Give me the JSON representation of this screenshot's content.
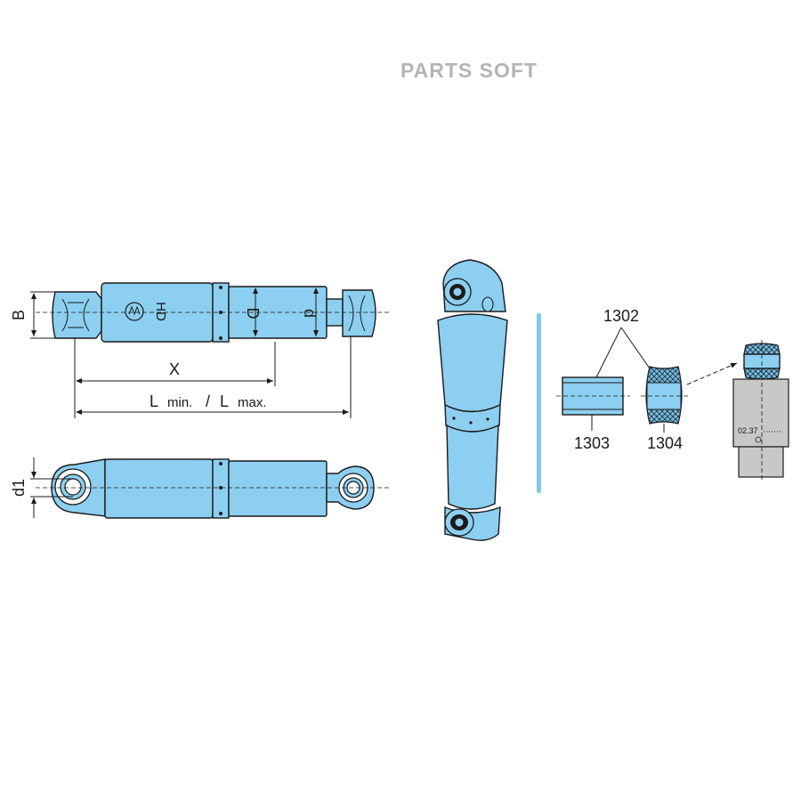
{
  "watermark": "PARTS SOFT",
  "dimensions": {
    "B": "B",
    "D": "D",
    "d": "d",
    "X": "X",
    "L_min": "L",
    "L_min_suffix": "min.",
    "slash": "/",
    "L_max": "L",
    "L_max_suffix": "max.",
    "d1": "d1"
  },
  "body_marks": {
    "hd": "HD"
  },
  "part_numbers": {
    "p1302": "1302",
    "p1303": "1303",
    "p1304": "1304"
  },
  "detail_label": "02.37",
  "colors": {
    "part_fill": "#8ccff0",
    "outline": "#1a1a1a",
    "divider": "#7fc8ee",
    "watermark": "#b4b4b4"
  }
}
